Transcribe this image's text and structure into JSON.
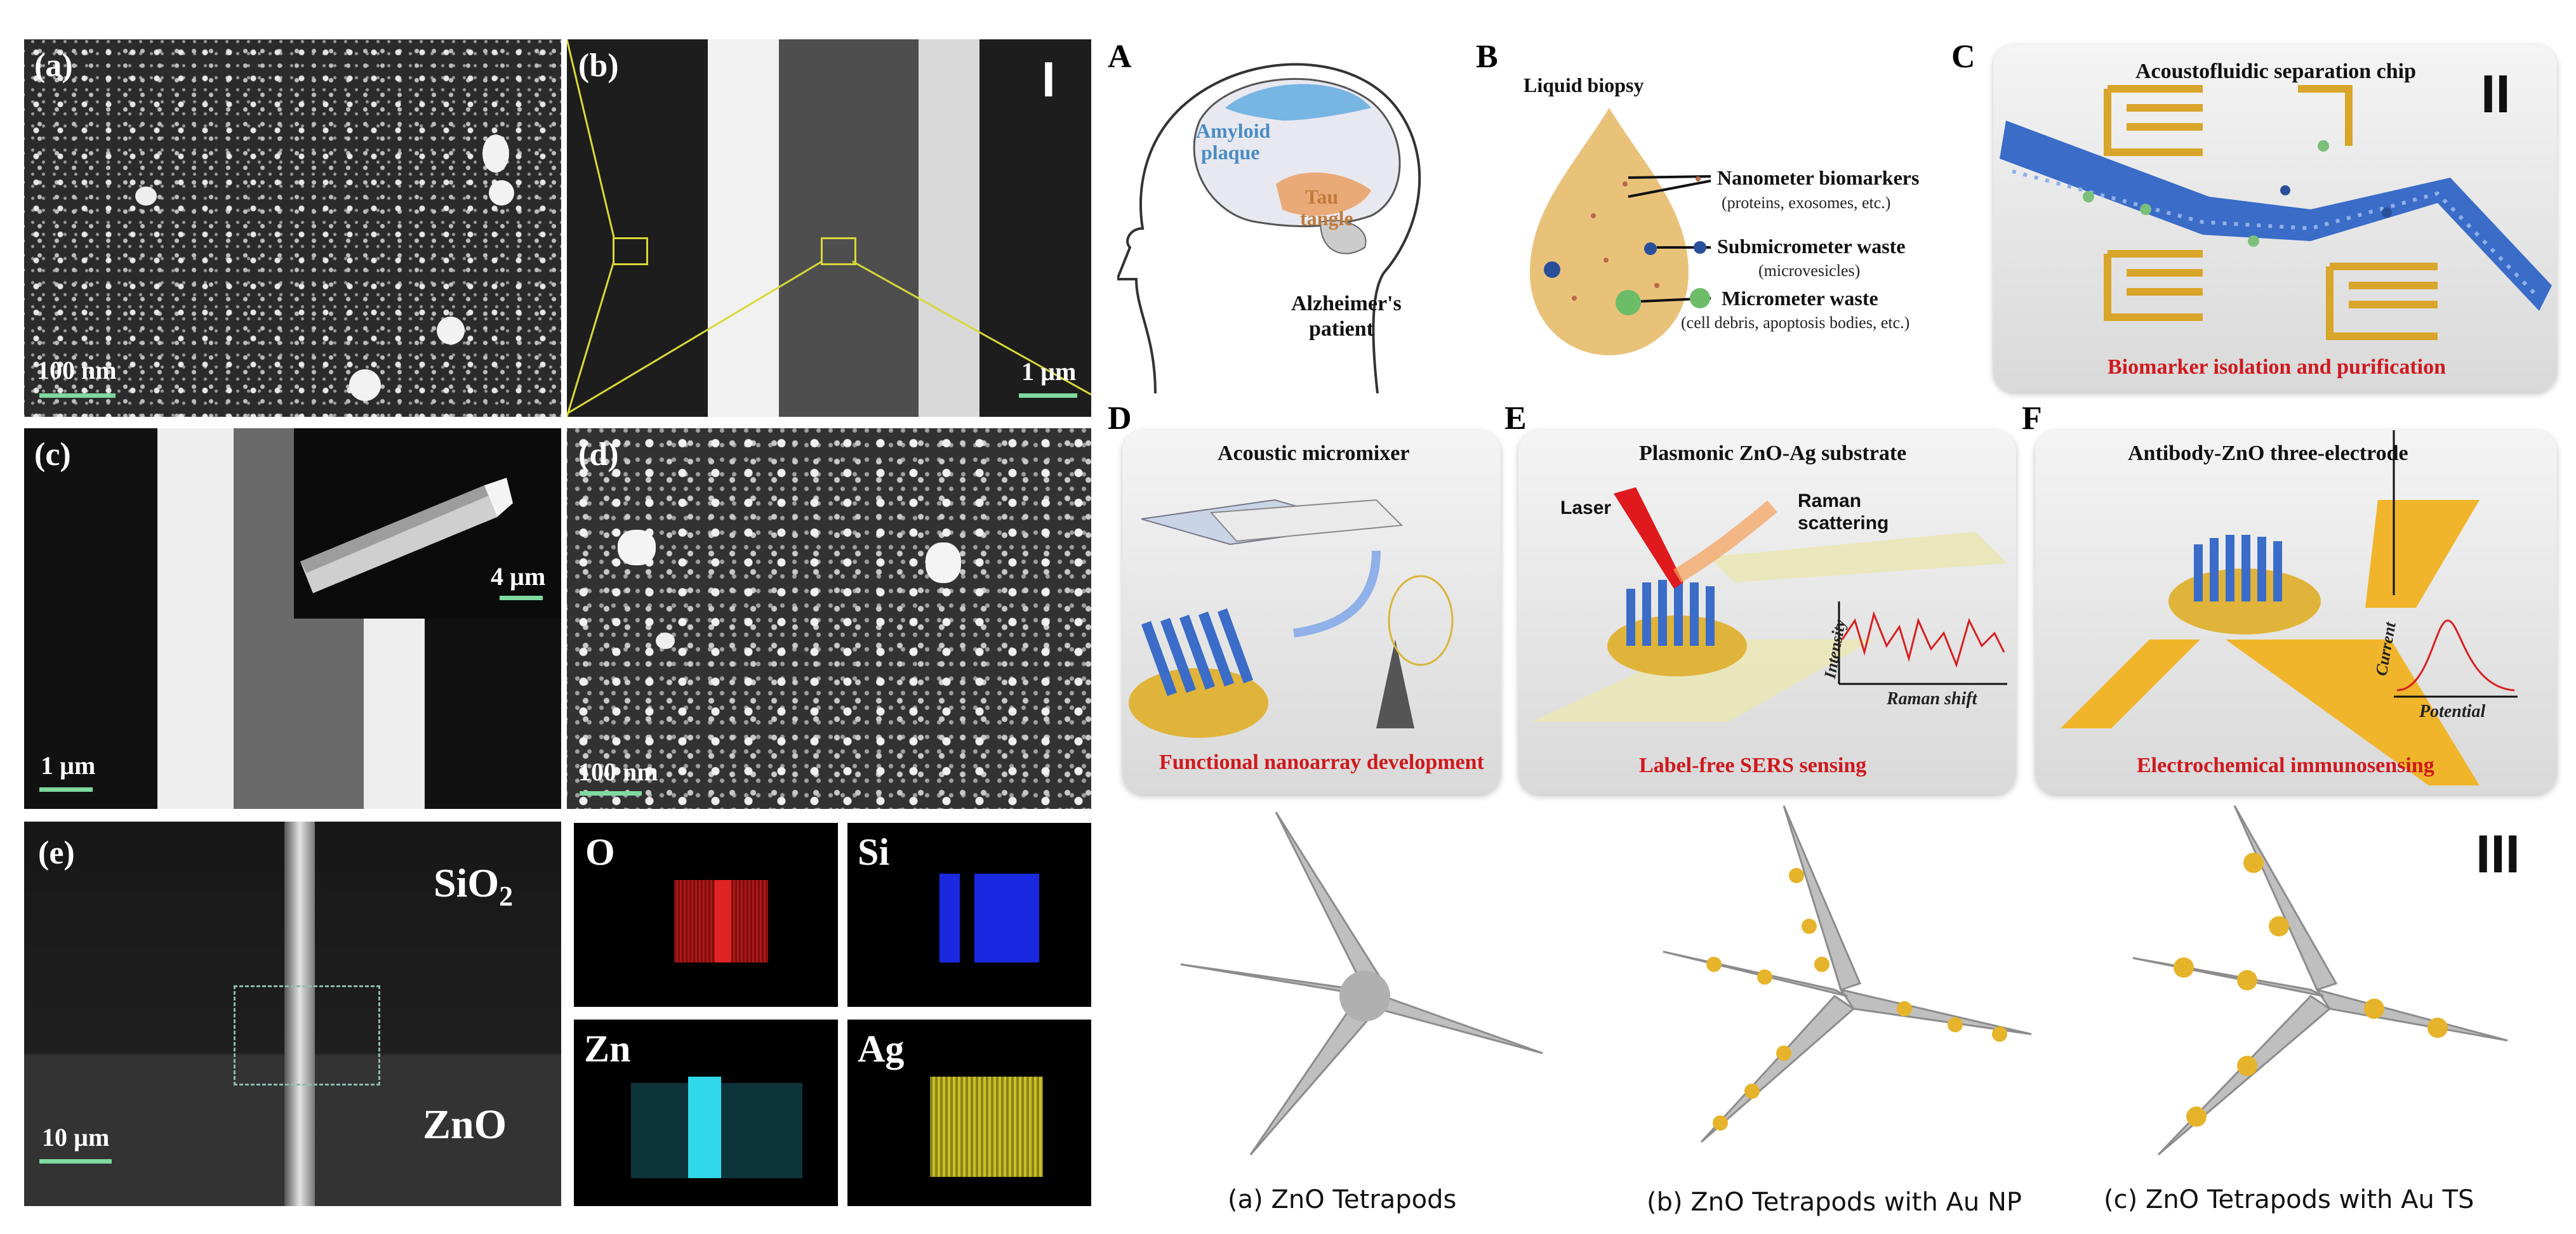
{
  "left_panel": {
    "roman": "I",
    "a": {
      "label": "(a)",
      "scale": "100 nm"
    },
    "b": {
      "label": "(b)",
      "scale": "1 µm"
    },
    "c": {
      "label": "(c)",
      "scale": "1 µm",
      "inset_scale": "4 µm"
    },
    "d": {
      "label": "(d)",
      "scale": "100 nm"
    },
    "e": {
      "label": "(e)",
      "scale": "10 µm",
      "sio2": "SiO",
      "sio2_sub": "2",
      "zno": "ZnO"
    },
    "maps": [
      {
        "element": "O",
        "color": "#d42020"
      },
      {
        "element": "Si",
        "color": "#2030e0"
      },
      {
        "element": "Zn",
        "color": "#30d0e0"
      },
      {
        "element": "Ag",
        "color": "#d8cf2a"
      }
    ]
  },
  "right_panel": {
    "roman2": "II",
    "roman3": "III",
    "A": {
      "letter": "A",
      "amyloid": "Amyloid",
      "plaque": "plaque",
      "tau": "Tau",
      "tangle": "tangle",
      "patient1": "Alzheimer's",
      "patient2": "patient"
    },
    "B": {
      "letter": "B",
      "title": "Liquid biopsy",
      "items": [
        {
          "name": "Nanometer biomarkers",
          "detail": "(proteins, exosomes, etc.)"
        },
        {
          "name": "Submicrometer waste",
          "detail": "(microvesicles)"
        },
        {
          "name": "Micrometer waste",
          "detail": "(cell debris, apoptosis bodies, etc.)"
        }
      ]
    },
    "C": {
      "letter": "C",
      "title": "Acoustofluidic separation chip",
      "caption": "Biomarker isolation and purification"
    },
    "D": {
      "letter": "D",
      "title": "Acoustic micromixer",
      "caption": "Functional nanoarray development"
    },
    "E": {
      "letter": "E",
      "title": "Plasmonic ZnO-Ag substrate",
      "caption": "Label-free SERS sensing",
      "laser": "Laser",
      "raman1": "Raman",
      "raman2": "scattering",
      "ylabel": "Intensity",
      "xlabel": "Raman shift"
    },
    "F": {
      "letter": "F",
      "title": "Antibody-ZnO three-electrode",
      "caption": "Electrochemical immunosensing",
      "ylabel": "Current",
      "xlabel": "Potential"
    },
    "tetrapods": [
      {
        "caption": "(a) ZnO Tetrapods"
      },
      {
        "caption": "(b) ZnO Tetrapods with Au NP"
      },
      {
        "caption": "(c) ZnO Tetrapods with Au TS"
      }
    ]
  }
}
